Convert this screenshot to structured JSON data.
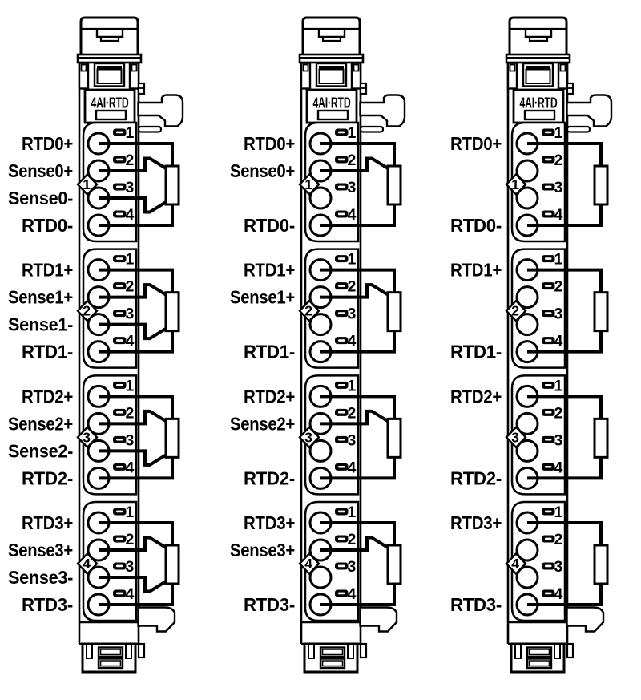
{
  "module_label": "4AI·RTD",
  "colors": {
    "line": "#000000",
    "background": "#ffffff"
  },
  "modules": [
    {
      "name": "module-4-wire",
      "blocks": [
        {
          "marker": "1",
          "terminals": [
            {
              "no": "1",
              "label": "RTD0+",
              "wire": "outer-top"
            },
            {
              "no": "2",
              "label": "Sense0+",
              "wire": "diag-top"
            },
            {
              "no": "3",
              "label": "Sense0-",
              "wire": "diag-bottom"
            },
            {
              "no": "4",
              "label": "RTD0-",
              "wire": "outer-bottom"
            }
          ]
        },
        {
          "marker": "2",
          "terminals": [
            {
              "no": "1",
              "label": "RTD1+",
              "wire": "outer-top"
            },
            {
              "no": "2",
              "label": "Sense1+",
              "wire": "diag-top"
            },
            {
              "no": "3",
              "label": "Sense1-",
              "wire": "diag-bottom"
            },
            {
              "no": "4",
              "label": "RTD1-",
              "wire": "outer-bottom"
            }
          ]
        },
        {
          "marker": "3",
          "terminals": [
            {
              "no": "1",
              "label": "RTD2+",
              "wire": "outer-top"
            },
            {
              "no": "2",
              "label": "Sense2+",
              "wire": "diag-top"
            },
            {
              "no": "3",
              "label": "Sense2-",
              "wire": "diag-bottom"
            },
            {
              "no": "4",
              "label": "RTD2-",
              "wire": "outer-bottom"
            }
          ]
        },
        {
          "marker": "4",
          "terminals": [
            {
              "no": "1",
              "label": "RTD3+",
              "wire": "outer-top"
            },
            {
              "no": "2",
              "label": "Sense3+",
              "wire": "diag-top"
            },
            {
              "no": "3",
              "label": "Sense3-",
              "wire": "diag-bottom"
            },
            {
              "no": "4",
              "label": "RTD3-",
              "wire": "outer-bottom"
            }
          ]
        }
      ]
    },
    {
      "name": "module-3-wire",
      "blocks": [
        {
          "marker": "1",
          "terminals": [
            {
              "no": "1",
              "label": "RTD0+",
              "wire": "outer-top"
            },
            {
              "no": "2",
              "label": "Sense0+",
              "wire": "diag-top"
            },
            {
              "no": "3",
              "label": "",
              "wire": null
            },
            {
              "no": "4",
              "label": "RTD0-",
              "wire": "outer-bottom"
            }
          ]
        },
        {
          "marker": "2",
          "terminals": [
            {
              "no": "1",
              "label": "RTD1+",
              "wire": "outer-top"
            },
            {
              "no": "2",
              "label": "Sense1+",
              "wire": "diag-top"
            },
            {
              "no": "3",
              "label": "",
              "wire": null
            },
            {
              "no": "4",
              "label": "RTD1-",
              "wire": "outer-bottom"
            }
          ]
        },
        {
          "marker": "3",
          "terminals": [
            {
              "no": "1",
              "label": "RTD2+",
              "wire": "outer-top"
            },
            {
              "no": "2",
              "label": "Sense2+",
              "wire": "diag-top"
            },
            {
              "no": "3",
              "label": "",
              "wire": null
            },
            {
              "no": "4",
              "label": "RTD2-",
              "wire": "outer-bottom"
            }
          ]
        },
        {
          "marker": "4",
          "terminals": [
            {
              "no": "1",
              "label": "RTD3+",
              "wire": "outer-top"
            },
            {
              "no": "2",
              "label": "Sense3+",
              "wire": "diag-top"
            },
            {
              "no": "3",
              "label": "",
              "wire": null
            },
            {
              "no": "4",
              "label": "RTD3-",
              "wire": "outer-bottom"
            }
          ]
        }
      ]
    },
    {
      "name": "module-2-wire",
      "blocks": [
        {
          "marker": "1",
          "terminals": [
            {
              "no": "1",
              "label": "RTD0+",
              "wire": "outer-top"
            },
            {
              "no": "2",
              "label": "",
              "wire": null
            },
            {
              "no": "3",
              "label": "",
              "wire": null
            },
            {
              "no": "4",
              "label": "RTD0-",
              "wire": "outer-bottom"
            }
          ]
        },
        {
          "marker": "2",
          "terminals": [
            {
              "no": "1",
              "label": "RTD1+",
              "wire": "outer-top"
            },
            {
              "no": "2",
              "label": "",
              "wire": null
            },
            {
              "no": "3",
              "label": "",
              "wire": null
            },
            {
              "no": "4",
              "label": "RTD1-",
              "wire": "outer-bottom"
            }
          ]
        },
        {
          "marker": "3",
          "terminals": [
            {
              "no": "1",
              "label": "RTD2+",
              "wire": "outer-top"
            },
            {
              "no": "2",
              "label": "",
              "wire": null
            },
            {
              "no": "3",
              "label": "",
              "wire": null
            },
            {
              "no": "4",
              "label": "RTD2-",
              "wire": "outer-bottom"
            }
          ]
        },
        {
          "marker": "4",
          "terminals": [
            {
              "no": "1",
              "label": "RTD3+",
              "wire": "outer-top"
            },
            {
              "no": "2",
              "label": "",
              "wire": null
            },
            {
              "no": "3",
              "label": "",
              "wire": null
            },
            {
              "no": "4",
              "label": "RTD3-",
              "wire": "outer-bottom"
            }
          ]
        }
      ]
    }
  ]
}
